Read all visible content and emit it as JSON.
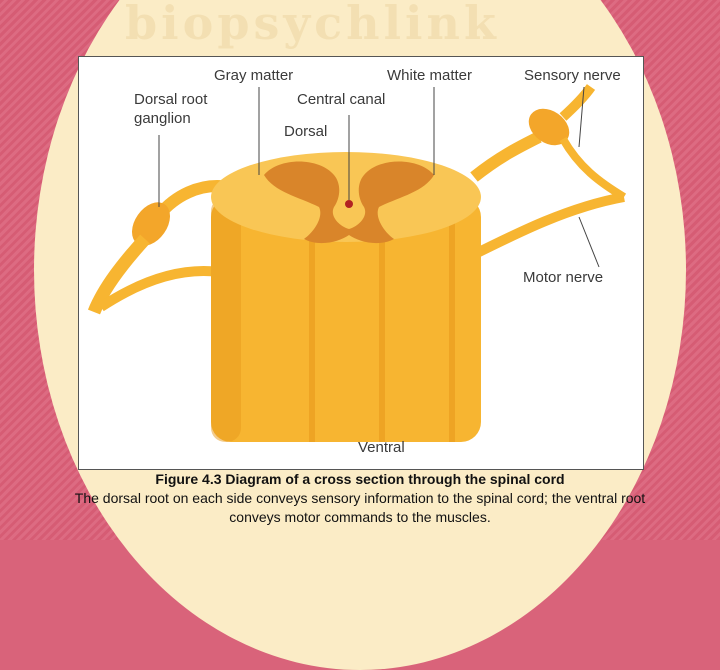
{
  "background": {
    "outer_color": "#d9637a",
    "oval_color": "#fbecc6"
  },
  "watermark": "biopsychlink",
  "figure": {
    "labels": {
      "gray_matter": "Gray matter",
      "white_matter": "White matter",
      "sensory_nerve": "Sensory nerve",
      "dorsal_root_ganglion_line1": "Dorsal root",
      "dorsal_root_ganglion_line2": "ganglion",
      "central_canal": "Central canal",
      "dorsal": "Dorsal",
      "motor_nerve": "Motor nerve",
      "ventral": "Ventral"
    },
    "colors": {
      "cord": "#f7b531",
      "cord_shadow": "#e89a1c",
      "gray_matter": "#d9852a",
      "label_lines": "#444444"
    }
  },
  "caption": {
    "title": "Figure 4.3  Diagram of a cross section through the spinal cord",
    "text": "The dorsal root on each side conveys sensory information to the spinal cord; the ventral root conveys motor commands to the muscles."
  }
}
